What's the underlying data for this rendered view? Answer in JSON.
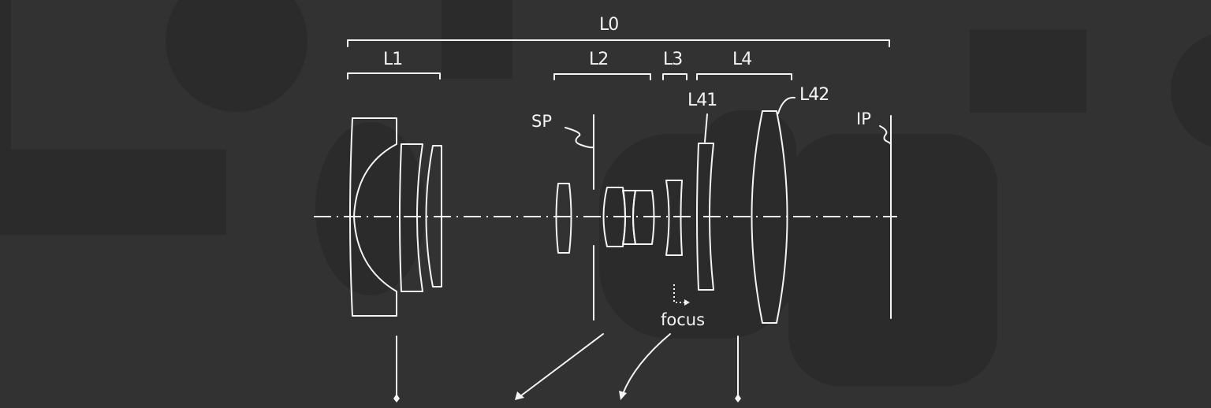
{
  "diagram": {
    "type": "optical-lens-cross-section",
    "colors": {
      "background": "#323232",
      "watermark": "#2b2b2b",
      "line": "#f4f4f4"
    },
    "group_labels": {
      "overall": "L0",
      "group1": "L1",
      "group2": "L2",
      "group3": "L3",
      "group4": "L4"
    },
    "element_labels": {
      "l41": "L41",
      "l42": "L42",
      "stop": "SP",
      "image_plane": "IP"
    },
    "annotations": {
      "focus": "focus"
    },
    "movement_arrows": [
      {
        "from_group": "L1",
        "direction": "down"
      },
      {
        "from_group": "L2",
        "direction": "down-left"
      },
      {
        "from_group": "L3",
        "direction": "down-left-curved",
        "note": "focus"
      },
      {
        "from_group": "L4",
        "direction": "down"
      }
    ]
  }
}
